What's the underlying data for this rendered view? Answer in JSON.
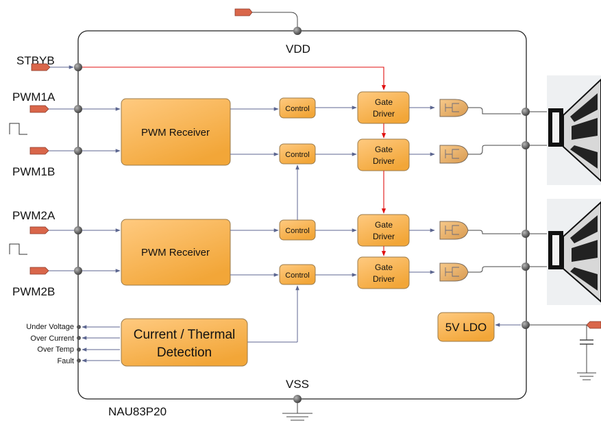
{
  "chip": {
    "part_number": "NAU83P20",
    "vdd_label": "VDD",
    "vss_label": "VSS"
  },
  "inputs": {
    "stbyb": "STBYB",
    "pwm1a": "PWM1A",
    "pwm1b": "PWM1B",
    "pwm2a": "PWM2A",
    "pwm2b": "PWM2B"
  },
  "blocks": {
    "pwm_receiver_1": "PWM Receiver",
    "pwm_receiver_2": "PWM Receiver",
    "control_1": "Control",
    "control_2": "Control",
    "control_3": "Control",
    "control_4": "Control",
    "gate_driver_1": [
      "Gate",
      "Driver"
    ],
    "gate_driver_2": [
      "Gate",
      "Driver"
    ],
    "gate_driver_3": [
      "Gate",
      "Driver"
    ],
    "gate_driver_4": [
      "Gate",
      "Driver"
    ],
    "current_thermal": [
      "Current / Thermal",
      "Detection"
    ],
    "ldo": "5V LDO"
  },
  "outputs": [
    "Under Voltage",
    "Over Current",
    "Over Temp",
    "Fault"
  ],
  "colors": {
    "block_fill_top": "#ffc270",
    "block_fill_bottom": "#f4a93a",
    "block_stroke": "#9a7a4a",
    "arrow": "#5c6690",
    "red_line": "#e01010",
    "pin_tab": "#d9664a",
    "node": "#555555"
  }
}
